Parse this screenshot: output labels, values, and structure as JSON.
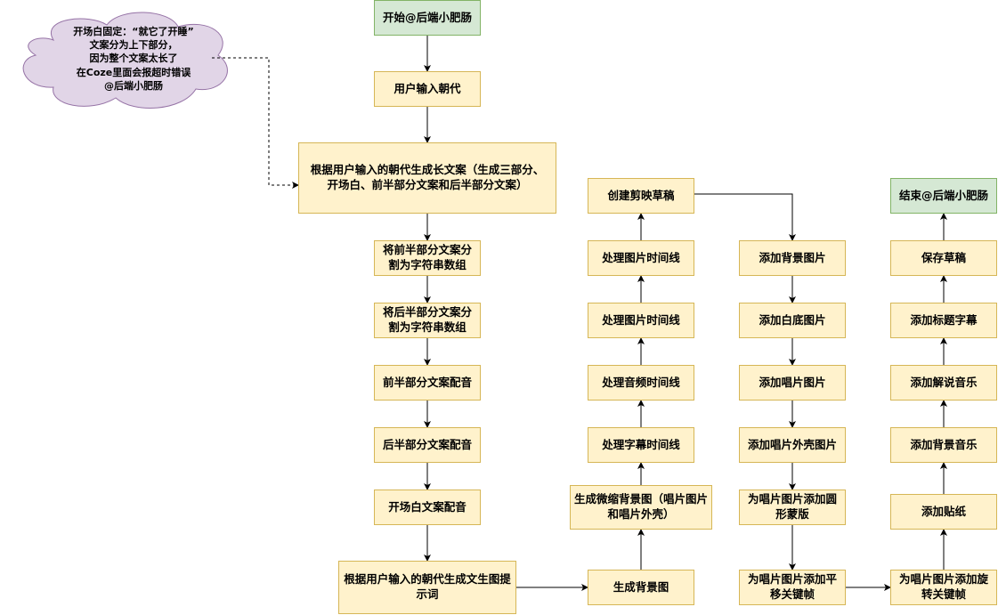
{
  "colors": {
    "process_fill": "#fff2cc",
    "process_stroke": "#d6b656",
    "terminal_fill": "#d5e8d4",
    "terminal_stroke": "#82b366",
    "note_fill": "#e1d5e7",
    "note_stroke": "#9673a6",
    "edge": "#000000"
  },
  "note": {
    "icon": "cloud-icon",
    "lines": [
      "开场白固定：“就它了开睡”",
      "文案分为上下部分，",
      "因为整个文案太长了",
      "在Coze里面会报超时错误",
      "@后端小肥肠"
    ]
  },
  "nodes": {
    "start": "开始@后端小肥肠",
    "input_dynasty": "用户输入朝代",
    "generate_long_copy": "根据用户输入的朝代生成长文案（生成三部分、开场白、前半部分文案和后半部分文案）",
    "split_first_half": "将前半部分文案分割为字符串数组",
    "split_second_half": "将后半部分文案分割为字符串数组",
    "dub_first_half": "前半部分文案配音",
    "dub_second_half": "后半部分文案配音",
    "dub_opening": "开场白文案配音",
    "generate_prompt": "根据用户输入的朝代生成文生图提示词",
    "generate_background": "生成背景图",
    "generate_thumbnail": "生成微缩背景图（唱片图片和唱片外壳）",
    "subtitle_timeline": "处理字幕时间线",
    "audio_timeline": "处理音频时间线",
    "image_timeline_1": "处理图片时间线",
    "image_timeline_2": "处理图片时间线",
    "create_draft": "创建剪映草稿",
    "add_background_image": "添加背景图片",
    "add_white_image": "添加白底图片",
    "add_record_image": "添加唱片图片",
    "add_record_shell_image": "添加唱片外壳图片",
    "add_circle_mask": "为唱片图片添加圆形蒙版",
    "add_move_keyframe": "为唱片图片添加平移关键帧",
    "add_rotate_keyframe": "为唱片图片添加旋转关键帧",
    "add_sticker": "添加贴纸",
    "add_bgm": "添加背景音乐",
    "add_narration_music": "添加解说音乐",
    "add_title_subtitle": "添加标题字幕",
    "save_draft": "保存草稿",
    "end": "结束@后端小肥肠"
  }
}
